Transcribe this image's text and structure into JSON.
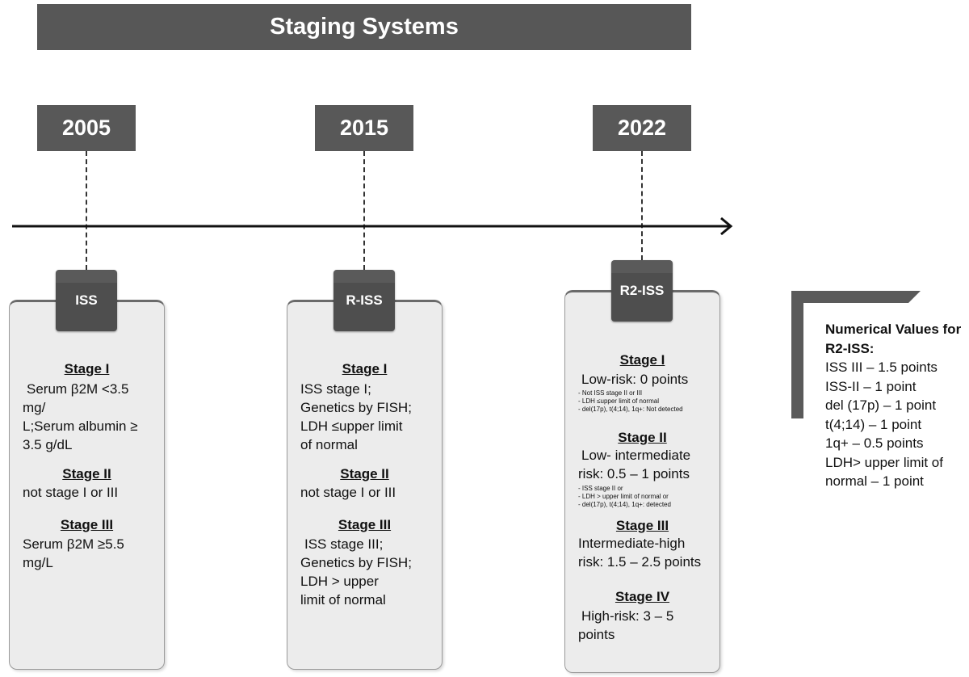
{
  "title": "Staging Systems",
  "years": [
    "2005",
    "2015",
    "2022"
  ],
  "iss": {
    "tag": "ISS",
    "stage1_title": "Stage I",
    "stage1_lines": [
      "Serum β2M <3.5",
      "mg/",
      "L;Serum albumin ≥",
      "3.5 g/dL"
    ],
    "stage2_title": "Stage II",
    "stage2_text": "not stage I or III",
    "stage3_title": "Stage III",
    "stage3_lines": [
      "Serum β2M ≥5.5",
      "mg/L"
    ]
  },
  "riss": {
    "tag": "R-ISS",
    "stage1_title": "Stage I",
    "stage1_lines": [
      "ISS stage I;",
      "Genetics by FISH;",
      "LDH ≤upper limit",
      "of normal"
    ],
    "stage2_title": "Stage II",
    "stage2_text": "not stage I or III",
    "stage3_title": "Stage III",
    "stage3_lines": [
      "ISS stage III;",
      "Genetics by FISH;",
      "LDH > upper",
      "limit of normal"
    ]
  },
  "r2iss": {
    "tag": "R2-ISS",
    "stage1_title": "Stage I",
    "stage1_text": "Low-risk: 0 points",
    "stage1_notes": [
      "- Not ISS stage II or III",
      "- LDH  ≤upper limit of normal",
      "- del(17p), t(4;14), 1q+: Not detected"
    ],
    "stage2_title": "Stage II",
    "stage2_lines": [
      "Low- intermediate",
      "risk: 0.5 – 1 points"
    ],
    "stage2_notes": [
      "-  ISS stage II or",
      "- LDH  > upper limit of normal or",
      "- del(17p), t(4;14), 1q+: detected"
    ],
    "stage3_title": "Stage III",
    "stage3_lines": [
      "Intermediate-high",
      "risk: 1.5 – 2.5 points"
    ],
    "stage4_title": "Stage IV",
    "stage4_lines": [
      "High-risk: 3 – 5",
      "points"
    ]
  },
  "numerical": {
    "title_lines": [
      "Numerical Values for",
      "R2-ISS:"
    ],
    "items": [
      "ISS III – 1.5 points",
      "ISS-II – 1 point",
      "del (17p) – 1 point",
      "t(4;14) – 1 point",
      "1q+ – 0.5 points",
      "LDH> upper limit of",
      "normal – 1 point"
    ]
  }
}
